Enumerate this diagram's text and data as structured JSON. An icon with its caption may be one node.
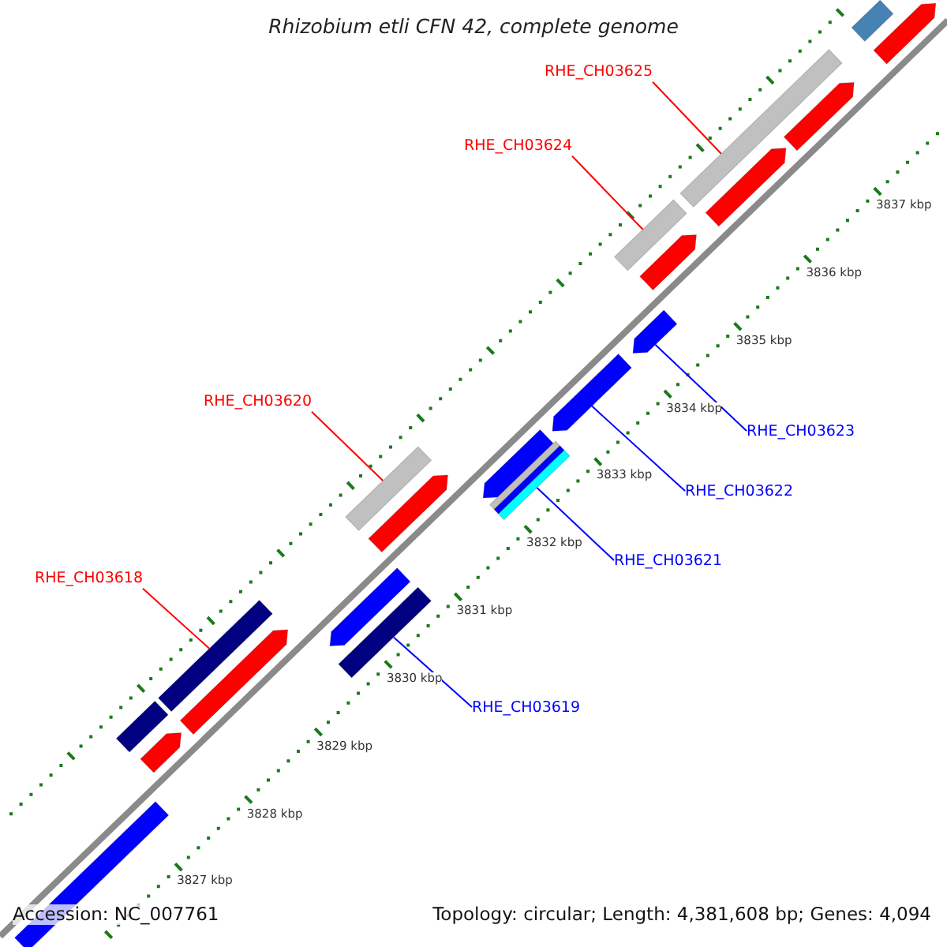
{
  "diagram": {
    "title": "Rhizobium etli CFN 42, complete genome",
    "nodes": [
      {
        "text": [
          "RHE_CH03625"
        ]
      },
      {
        "text": [
          "RHE_CH03624"
        ]
      },
      {
        "text": [
          "RHE_CH03620"
        ]
      },
      {
        "text": [
          "RHE_CH03618"
        ]
      },
      {
        "text": [
          "RHE_CH03623"
        ]
      },
      {
        "text": [
          "RHE_CH03622"
        ]
      },
      {
        "text": [
          "RHE_CH03621"
        ]
      },
      {
        "text": [
          "RHE_CH03619"
        ]
      },
      {
        "text": [],
        "shape": "bar"
      },
      {
        "text": [],
        "shape": "bar"
      },
      {
        "text": [],
        "shape": "bar"
      },
      {
        "text": [],
        "shape": "arrow"
      },
      {
        "text": [],
        "shape": "arrow"
      },
      {
        "text": [],
        "shape": "arrow"
      },
      {
        "text": [],
        "shape": "bar"
      },
      {
        "text": [],
        "shape": "bar"
      },
      {
        "text": [],
        "shape": "arrow"
      },
      {
        "text": [],
        "shape": "arrow"
      },
      {
        "text": [],
        "shape": "bar"
      },
      {
        "text": [],
        "shape": "bar"
      },
      {
        "text": [],
        "shape": "bar"
      },
      {
        "text": [],
        "shape": "arrow"
      },
      {
        "text": [],
        "shape": "arrow"
      },
      {
        "text": [],
        "shape": "bar"
      },
      {
        "text": [],
        "shape": "arrow"
      },
      {
        "text": [],
        "shape": "bar"
      },
      {
        "text": [],
        "shape": "arrow"
      },
      {
        "text": [],
        "shape": "arrow"
      },
      {
        "text": [],
        "shape": "bar"
      },
      {
        "text": [],
        "shape": "arrow"
      }
    ],
    "edges": [
      {
        "from": 0,
        "to": 25,
        "arrow": "none",
        "color": "#ff0000"
      },
      {
        "from": 1,
        "to": 23,
        "arrow": "none",
        "color": "#ff0000"
      },
      {
        "from": 2,
        "to": 15,
        "arrow": "none",
        "color": "#ff0000"
      },
      {
        "from": 3,
        "to": 10,
        "arrow": "none",
        "color": "#ff0000"
      },
      {
        "from": 4,
        "to": 22,
        "arrow": "none",
        "color": "#0000ff"
      },
      {
        "from": 5,
        "to": 21,
        "arrow": "none",
        "color": "#0000ff"
      },
      {
        "from": 6,
        "to": 20,
        "arrow": "none",
        "color": "#0000ff"
      },
      {
        "from": 7,
        "to": 14,
        "arrow": "none",
        "color": "#0000ff"
      }
    ],
    "labels": [
      "3827 kbp",
      "3828 kbp",
      "3829 kbp",
      "3830 kbp",
      "3831 kbp",
      "3832 kbp",
      "3833 kbp",
      "3834 kbp",
      "3835 kbp",
      "3836 kbp",
      "3837 kbp",
      "Accession: NC_007761",
      "Topology: circular; Length: 4,381,608 bp; Genes: 4,094"
    ]
  }
}
